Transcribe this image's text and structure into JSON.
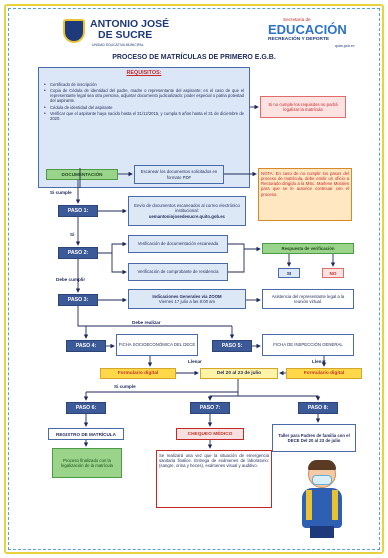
{
  "header": {
    "org_line1": "ANTONIO JOSÉ",
    "org_line2": "DE SUCRE",
    "org_sub": "UNIDAD EDUCATIVA MUNICIPAL",
    "sec_line1": "Secretaría de",
    "sec_line2": "EDUCACIÓN",
    "sec_line3": "RECREACIÓN Y DEPORTE",
    "sec_line4": "quito.gob.ec"
  },
  "title": "PROCESO DE MATRÍCULAS DE PRIMERO E.G.B.",
  "requirements": {
    "heading": "REQUISITOS:",
    "items": [
      "Certificado de inscripción",
      "Copia de Cédula de identidad del padre, madre o representante del aspirante; en el caso de que el representante legal sea otra persona, adjuntar documento judicializado: poder especial o patria potestad del aspirante.",
      "Cédula de identidad del aspirante",
      "Verificar que el aspirante haya nacido hasta el 31/12/2015, y cumpla 5 años hasta el 31 de diciembre de 2020."
    ],
    "warning": "Si no cumple los requisitos no podrá legalizar la matrícula"
  },
  "documentacion": {
    "label": "DOCUMENTACIÓN",
    "scan": "Escanear los documentos solicitados en formato PDF",
    "note": "NOTA: En caso de no cumplir los pasos del proceso de matrícula, debe emitir un oficio a Rectorado dirigido a la MSc. Marlene Morales para que se le autorice continuar con el proceso."
  },
  "edges": {
    "si_cumple": "Si cumple",
    "si": "Si",
    "debe_cumplir": "Debe cumplir",
    "debe_realizar": "Debe realizar",
    "llenar_left": "Llenar",
    "llenar_right": "Llenar",
    "si_cumple_2": "Si cumple"
  },
  "steps": {
    "paso1": {
      "label": "PASO 1:",
      "text": "Envío de documentos escaneados al correo electrónico institucional:",
      "email": "uemantoniojosedesucre.quito.gob.ec"
    },
    "paso2": {
      "label": "PASO 2:",
      "verif_doc": "Verificación de documentación escaneada",
      "verif_pago": "Verificación de comprobante de residencia",
      "respuesta": "Respuesta de verificación",
      "si": "SI",
      "no": "NO"
    },
    "paso3": {
      "label": "PASO 3:",
      "indicaciones_title": "Indicaciones Generales vía ZOOM",
      "indicaciones_date": "Viernes 17 julio a las 8:00 am",
      "asistencia": "Asistencia del representante legal a la reunión virtual."
    },
    "paso4": {
      "label": "PASO 4:",
      "ficha": "FICHA SOCIOECONÓMICA DEL DECE",
      "form": "Formulario digital"
    },
    "paso5": {
      "label": "PASO 5:",
      "ficha": "FICHA DE INSPECCIÓN GENERAL",
      "form": "Formulario digital"
    },
    "fechas": "Del 20 al 23 de julio",
    "paso6": {
      "label": "PASO 6:",
      "registro": "REGISTRO DE MATRÍCULA",
      "finalizado": "Proceso finalizado con la legalización de la matrícula"
    },
    "paso7": {
      "label": "PASO 7:",
      "chequeo": "CHEQUEO MÉDICO",
      "detalle": "Se realizará una vez que la situación de emergencia sanitaria finalice. Entrega de exámenes de laboratorio: (sangre, orina y heces), exámenes visual y auditivo."
    },
    "paso8": {
      "label": "PASO 8:",
      "taller": "Taller para Padres de familia con el DECE Del 20 al 23 de julio"
    }
  },
  "colors": {
    "frame_outer": "#e8d33a",
    "frame_inner": "#5aa0d8",
    "step_blue": "#3d5a98",
    "accent_red": "#c62828",
    "accent_green": "#4f9a44"
  }
}
